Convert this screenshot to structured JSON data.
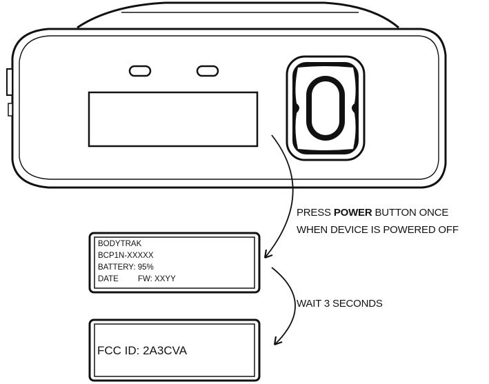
{
  "instructions": {
    "step1_prefix": "PRESS ",
    "step1_bold": "POWER",
    "step1_suffix": " BUTTON ONCE",
    "step1_line2": "WHEN DEVICE IS POWERED OFF",
    "step2": "WAIT 3 SECONDS"
  },
  "screen1": {
    "line1": "BODYTRAK",
    "line2": "BCP1N-XXXXX",
    "line3": "BATTERY: 95%",
    "line4a": "DATE",
    "line4b": "FW: XXYY"
  },
  "screen2": {
    "text": "FCC ID: 2A3CVA"
  }
}
